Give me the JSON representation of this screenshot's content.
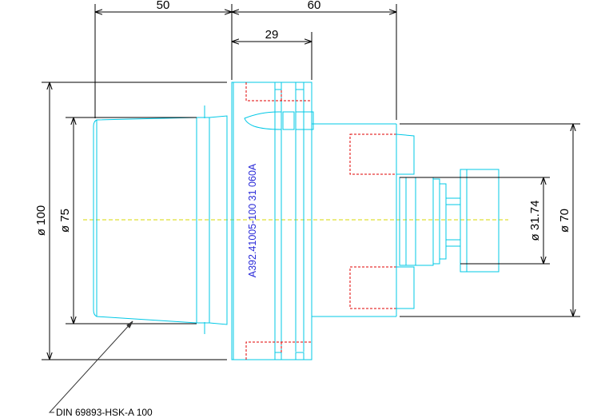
{
  "dimensions": {
    "length_50": "50",
    "length_60": "60",
    "length_29": "29",
    "dia_100": "ø 100",
    "dia_75": "ø 75",
    "dia_31_74": "ø 31.74",
    "dia_70": "ø 70"
  },
  "part_number": "A392.41005-100 31 060A",
  "shank_note": "DIN 69893-HSK-A 100",
  "colors": {
    "outline": "#00c8e6",
    "hidden": "#e00000",
    "centerline": "#d8d800",
    "dimension": "#000000",
    "part_label": "#2a2ad8"
  }
}
